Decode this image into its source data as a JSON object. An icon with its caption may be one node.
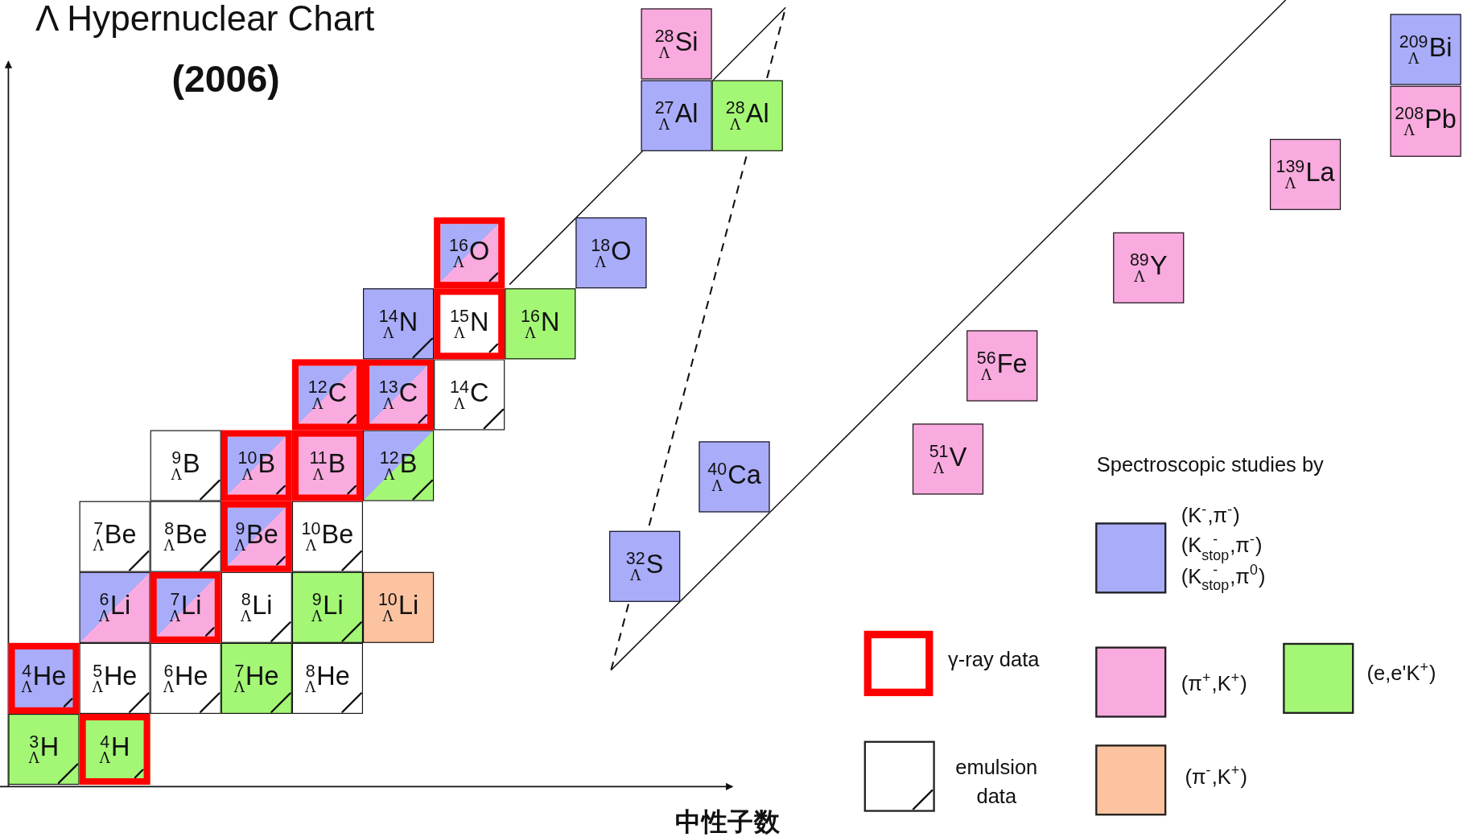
{
  "diagram": {
    "title": "Λ Hypernuclear Chart",
    "nodes": [
      {
        "text": [
          "$^{3}$$_{Λ}$H"
        ]
      },
      {
        "text": [
          "$^{4}$$_{Λ}$H"
        ]
      },
      {
        "text": [
          "$^{4}$$_{Λ}$He"
        ]
      },
      {
        "text": [
          "$^{5}$$_{Λ}$He"
        ]
      },
      {
        "text": [
          "$^{6}$$_{Λ}$He"
        ]
      },
      {
        "text": [
          "$^{7}$$_{Λ}$He"
        ]
      },
      {
        "text": [
          "$^{8}$$_{Λ}$He"
        ]
      },
      {
        "text": [
          "$^{6}$$_{Λ}$Li"
        ]
      },
      {
        "text": [
          "$^{7}$$_{Λ}$Li"
        ]
      },
      {
        "text": [
          "$^{8}$$_{Λ}$Li"
        ]
      },
      {
        "text": [
          "$^{9}$$_{Λ}$Li"
        ]
      },
      {
        "text": [
          "$^{10}$$_{Λ}$Li"
        ]
      },
      {
        "text": [
          "$^{7}$$_{Λ}$Be"
        ]
      },
      {
        "text": [
          "$^{8}$$_{Λ}$Be"
        ]
      },
      {
        "text": [
          "$^{9}$$_{Λ}$Be"
        ]
      },
      {
        "text": [
          "$^{10}$$_{Λ}$Be"
        ]
      },
      {
        "text": [
          "$^{9}$$_{Λ}$B"
        ]
      },
      {
        "text": [
          "$^{10}$$_{Λ}$B"
        ]
      },
      {
        "text": [
          "$^{11}$$_{Λ}$B"
        ]
      },
      {
        "text": [
          "$^{12}$$_{Λ}$B"
        ]
      },
      {
        "text": [
          "$^{12}$$_{Λ}$C"
        ]
      },
      {
        "text": [
          "$^{13}$$_{Λ}$C"
        ]
      },
      {
        "text": [
          "$^{14}$$_{Λ}$C"
        ]
      },
      {
        "text": [
          "$^{14}$$_{Λ}$N"
        ]
      },
      {
        "text": [
          "$^{15}$$_{Λ}$N"
        ]
      },
      {
        "text": [
          "$^{16}$$_{Λ}$N"
        ]
      },
      {
        "text": [
          "$^{16}$$_{Λ}$O"
        ]
      },
      {
        "text": [
          "$^{18}$$_{Λ}$O"
        ]
      },
      {
        "text": [
          "$^{27}$$_{Λ}$Al"
        ]
      },
      {
        "text": [
          "$^{28}$$_{Λ}$Al"
        ]
      },
      {
        "text": [
          "$^{28}$$_{Λ}$Si"
        ]
      },
      {
        "text": [
          "$^{32}$$_{Λ}$S"
        ]
      },
      {
        "text": [
          "$^{40}$$_{Λ}$Ca"
        ]
      },
      {
        "text": [
          "$^{51}$$_{Λ}$V"
        ]
      },
      {
        "text": [
          "$^{56}$$_{Λ}$Fe"
        ]
      },
      {
        "text": [
          "$^{89}$$_{Λ}$Y"
        ]
      },
      {
        "text": [
          "$^{139}$$_{Λ}$La"
        ]
      },
      {
        "text": [
          "$^{208}$$_{Λ}$Pb"
        ]
      },
      {
        "text": [
          "$^{209}$$_{Λ}$Bi"
        ]
      }
    ],
    "edges": [],
    "labels": [
      "(2006)",
      "中性子数",
      "Spectroscopic studies by"
    ],
    "legend": [
      {
        "text": "(K$^{-}$,π$^{-}$) (K$^{-}$$_{stop}$,π$^{-}$) (K$^{-}$$_{stop}$,π$^{0}$)",
        "color": "#a9acf9"
      },
      {
        "text": "γ-ray data"
      },
      {
        "text": "(π$^{+}$,K$^{+}$)",
        "color": "#f9aade"
      },
      {
        "text": "(e,e'K$^{+}$)",
        "color": "#a3f775"
      },
      {
        "text": "emulsion data"
      },
      {
        "text": "(π$^{-}$,K$^{+}$)",
        "color": "#fbc3a0"
      }
    ]
  }
}
